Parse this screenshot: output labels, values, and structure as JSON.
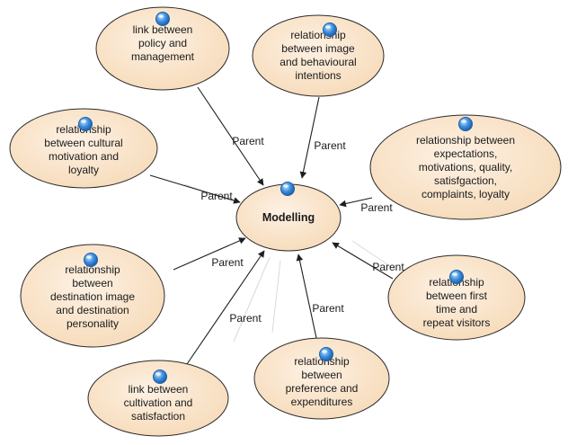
{
  "center": {
    "id": "modelling",
    "label_lines": [
      "Modelling"
    ]
  },
  "nodes": [
    {
      "id": "policy-management",
      "label_lines": [
        "link between",
        "policy and",
        "management"
      ]
    },
    {
      "id": "image-behavioural",
      "label_lines": [
        "relationship",
        "between image",
        "and behavioural",
        "intentions"
      ]
    },
    {
      "id": "cultural-motivation-loyalty",
      "label_lines": [
        "relationship",
        "between cultural",
        "motivation and",
        "loyalty"
      ]
    },
    {
      "id": "expectations-loyalty",
      "label_lines": [
        "relationship between",
        "expectations,",
        "motivations, quality,",
        "satisfgaction,",
        "complaints, loyalty"
      ]
    },
    {
      "id": "destination-personality",
      "label_lines": [
        "relationship",
        "between",
        "destination image",
        "and destination",
        "personality"
      ]
    },
    {
      "id": "first-time-repeat",
      "label_lines": [
        "relationship",
        "between first",
        "time and",
        "repeat visitors"
      ]
    },
    {
      "id": "cultivation-satisfaction",
      "label_lines": [
        "link between",
        "cultivation and",
        "satisfaction"
      ]
    },
    {
      "id": "preference-expenditures",
      "label_lines": [
        "relationship",
        "between",
        "preference and",
        "expenditures"
      ]
    }
  ],
  "edges": [
    {
      "from": "policy-management",
      "to": "modelling",
      "label": "Parent"
    },
    {
      "from": "image-behavioural",
      "to": "modelling",
      "label": "Parent"
    },
    {
      "from": "cultural-motivation-loyalty",
      "to": "modelling",
      "label": "Parent"
    },
    {
      "from": "expectations-loyalty",
      "to": "modelling",
      "label": "Parent"
    },
    {
      "from": "destination-personality",
      "to": "modelling",
      "label": "Parent"
    },
    {
      "from": "first-time-repeat",
      "to": "modelling",
      "label": "Parent"
    },
    {
      "from": "cultivation-satisfaction",
      "to": "modelling",
      "label": "Parent"
    },
    {
      "from": "preference-expenditures",
      "to": "modelling",
      "label": "Parent"
    }
  ],
  "colors": {
    "node_fill_light": "#fdf1e3",
    "node_fill_dark": "#f6d9b6",
    "outline": "#2b2b2b",
    "badge_fill": "#3d8fe0",
    "badge_ring": "#1f5fa8"
  },
  "badge_icon": "blue-circle-icon"
}
